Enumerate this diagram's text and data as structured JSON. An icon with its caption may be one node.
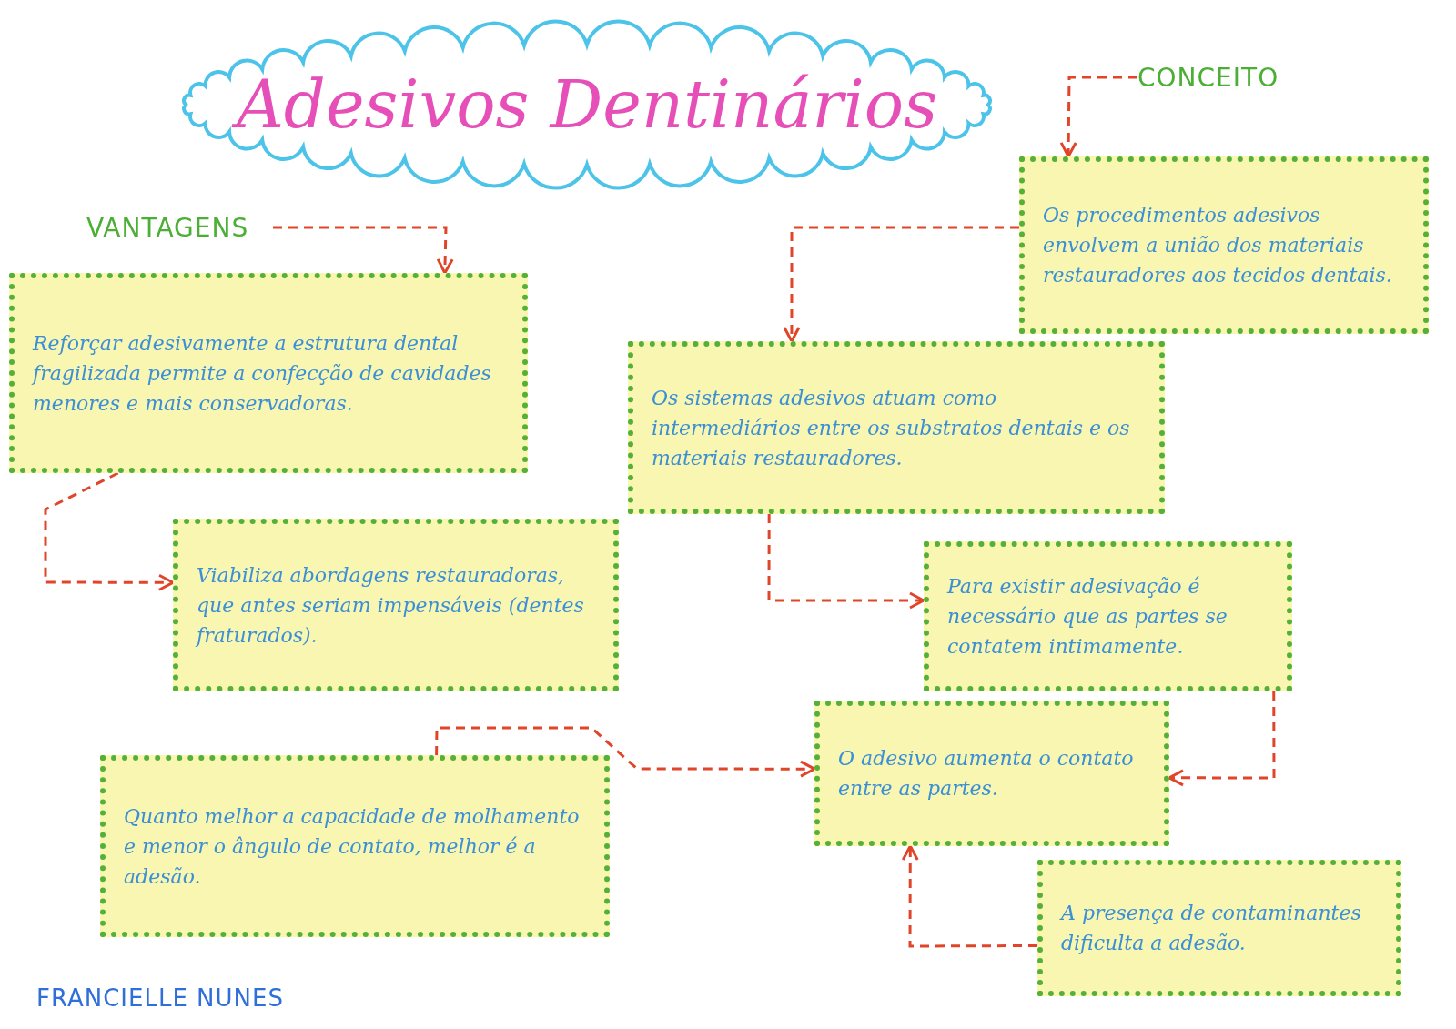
{
  "diagram": {
    "title": "Adesivos Dentinários",
    "nodes": [
      {
        "text": [],
        "shape": "cloud"
      },
      {
        "text": [
          "CONCEITO"
        ]
      },
      {
        "text": [
          "Os procedimentos adesivos envolvem a união dos materiais restauradores aos tecidos dentais."
        ]
      },
      {
        "text": [
          "VANTAGENS"
        ]
      },
      {
        "text": [
          "Reforçar adesivamente a estrutura dental fragilizada permite a confecção de cavidades menores e mais conservadoras."
        ]
      },
      {
        "text": [
          "Os sistemas adesivos atuam como intermediários entre os substratos dentais e os materiais restauradores."
        ]
      },
      {
        "text": [
          "Viabiliza abordagens restauradoras, que antes seriam impensáveis (dentes fraturados)."
        ]
      },
      {
        "text": [
          "Para existir adesivação é necessário que as partes se contatem intimamente."
        ]
      },
      {
        "text": [
          "Quanto melhor a capacidade de molhamento e menor o ângulo de contato, melhor é a adesão."
        ]
      },
      {
        "text": [
          "O adesivo aumenta o contato entre as partes."
        ]
      },
      {
        "text": [
          "A presença de contaminantes dificulta a adesão."
        ]
      }
    ],
    "edges": [
      {
        "from": 1,
        "to": 2,
        "arrow": "to"
      },
      {
        "from": 3,
        "to": 4,
        "arrow": "to"
      },
      {
        "from": 2,
        "to": 5,
        "arrow": "to"
      },
      {
        "from": 4,
        "to": 6,
        "arrow": "to"
      },
      {
        "from": 5,
        "to": 7,
        "arrow": "to"
      },
      {
        "from": 8,
        "to": 9,
        "arrow": "to"
      },
      {
        "from": 7,
        "to": 9,
        "arrow": "to"
      },
      {
        "from": 10,
        "to": 9,
        "arrow": "to"
      }
    ],
    "labels": [
      "FRANCIELLE NUNES"
    ]
  }
}
